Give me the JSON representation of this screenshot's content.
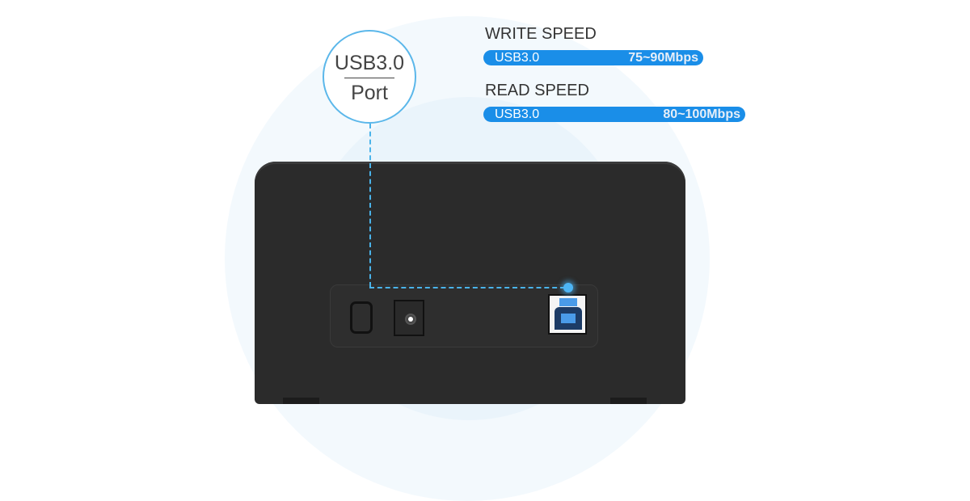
{
  "badge": {
    "line1": "USB3.0",
    "line2": "Port"
  },
  "write": {
    "label": "WRITE SPEED",
    "interface": "USB3.0",
    "speed": "75~90Mbps"
  },
  "read": {
    "label": "READ SPEED",
    "interface": "USB3.0",
    "speed": "80~100Mbps"
  },
  "colors": {
    "accent": "#1a8ee8",
    "ring": "#5bb7ea",
    "device": "#2b2b2b"
  }
}
